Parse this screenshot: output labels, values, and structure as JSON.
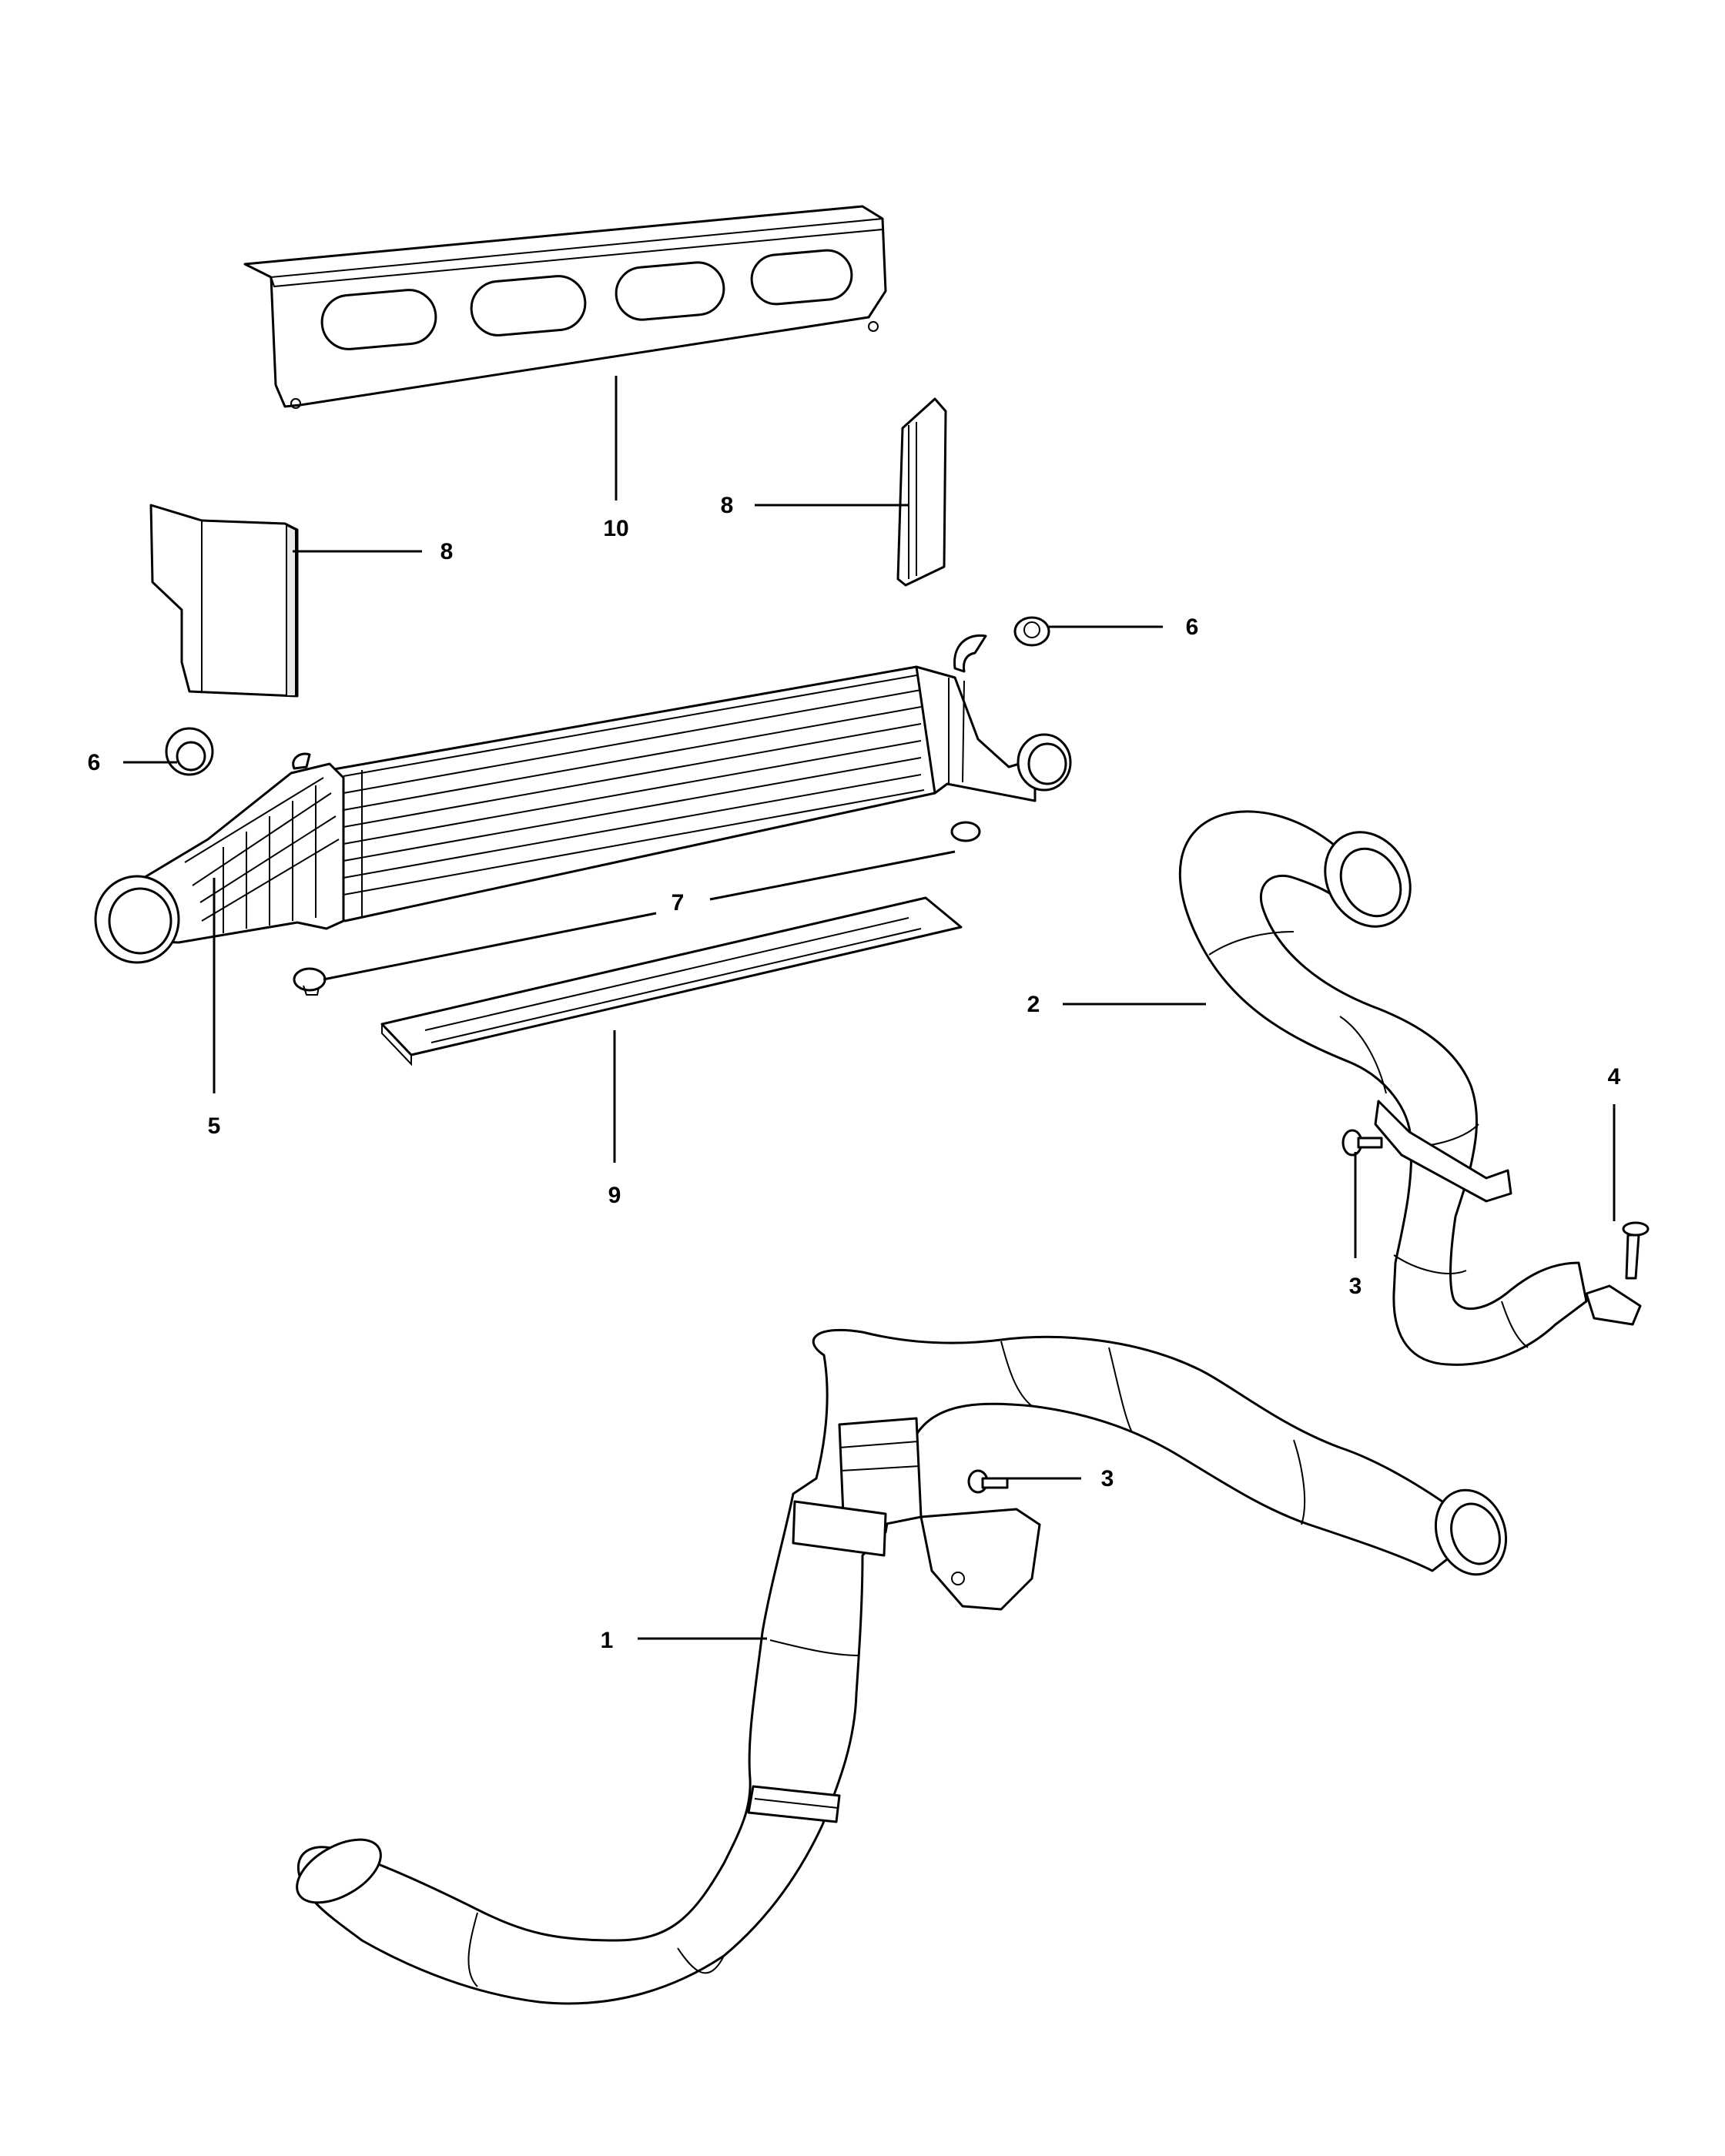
{
  "callouts": [
    {
      "id": "c1",
      "text": "1"
    },
    {
      "id": "c2",
      "text": "2"
    },
    {
      "id": "c3a",
      "text": "3"
    },
    {
      "id": "c3b",
      "text": "3"
    },
    {
      "id": "c4",
      "text": "4"
    },
    {
      "id": "c5",
      "text": "5"
    },
    {
      "id": "c6a",
      "text": "6"
    },
    {
      "id": "c6b",
      "text": "6"
    },
    {
      "id": "c7",
      "text": "7"
    },
    {
      "id": "c8a",
      "text": "8"
    },
    {
      "id": "c8b",
      "text": "8"
    },
    {
      "id": "c9",
      "text": "9"
    },
    {
      "id": "c10",
      "text": "10"
    }
  ]
}
